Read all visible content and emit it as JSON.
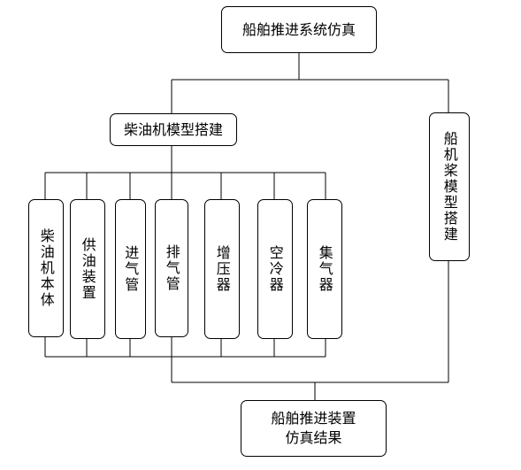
{
  "root": {
    "label": "船舶推进系统仿真"
  },
  "branches": {
    "diesel": {
      "label": "柴油机模型搭建"
    },
    "propeller": {
      "label": "船机桨模型搭建"
    }
  },
  "components": [
    {
      "label": "柴油机本体"
    },
    {
      "label": "供油装置"
    },
    {
      "label": "进气管"
    },
    {
      "label": "排气管"
    },
    {
      "label": "增压器"
    },
    {
      "label": "空冷器"
    },
    {
      "label": "集气器"
    }
  ],
  "result": {
    "label": "船舶推进装置仿真结果"
  }
}
